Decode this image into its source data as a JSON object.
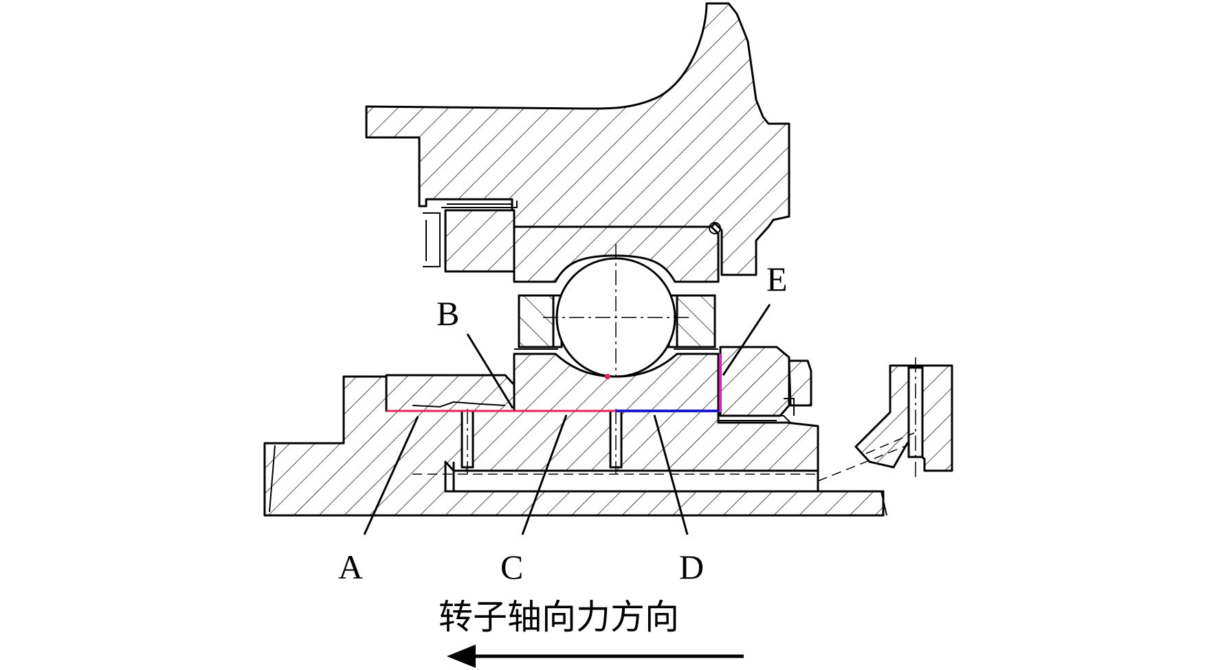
{
  "labels": {
    "A": "A",
    "B": "B",
    "C": "C",
    "D": "D",
    "E": "E"
  },
  "caption": "转子轴向力方向",
  "colors": {
    "contact_red": "#e8205a",
    "contact_blue": "#1a1acc",
    "contact_magenta": "#e020c8",
    "ink": "#000000"
  }
}
